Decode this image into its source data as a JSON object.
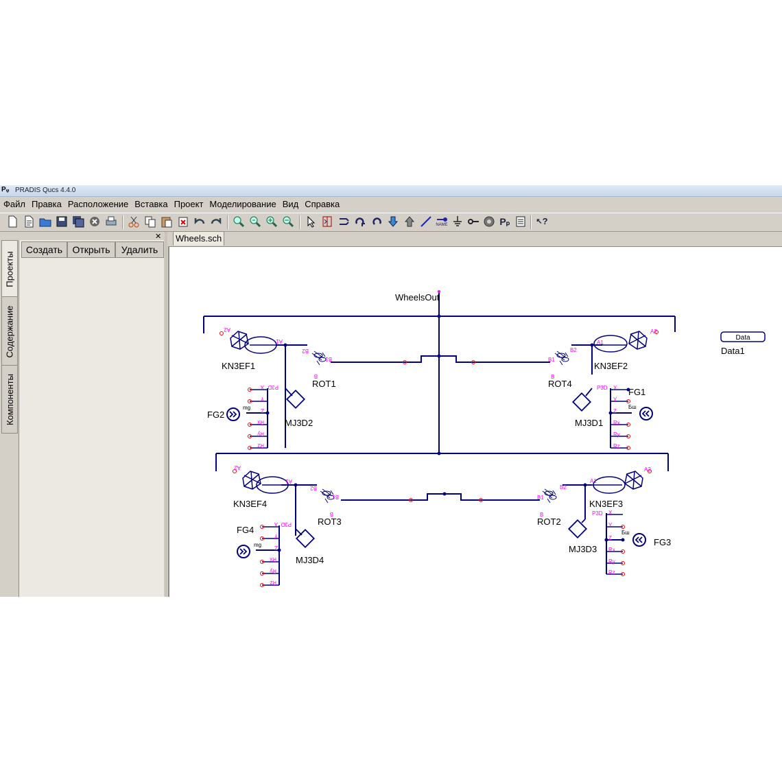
{
  "window": {
    "title": "PRADIS Qucs 4.4.0",
    "icon_text": "Pᵩ"
  },
  "menu": [
    "Файл",
    "Правка",
    "Расположение",
    "Вставка",
    "Проект",
    "Моделирование",
    "Вид",
    "Справка"
  ],
  "toolbar": {
    "icons": [
      "new-file-icon",
      "new-text-icon",
      "open-folder-icon",
      "save-icon",
      "save-all-icon",
      "close-icon",
      "print-icon",
      "cut-icon",
      "copy-icon",
      "paste-icon",
      "delete-icon",
      "undo-icon",
      "redo-icon",
      "zoom-fit-icon",
      "zoom-select-icon",
      "zoom-in-icon",
      "zoom-out-icon",
      "select-arrow-icon",
      "mirror-icon",
      "mirror-y-icon",
      "rotate-icon",
      "rotate-ccw-icon",
      "go-down-icon",
      "go-up-icon",
      "wire-icon",
      "label-icon",
      "ground-icon",
      "port-icon",
      "simulate-icon",
      "pp-icon",
      "document-icon",
      "whats-this-icon"
    ],
    "label_text": "NAME",
    "pp_text": "Pₚ",
    "help_text": "?"
  },
  "left_panel": {
    "close_symbol": "✕",
    "vertical_tabs": [
      "Проекты",
      "Содержание",
      "Компоненты"
    ],
    "buttons": {
      "create": "Создать",
      "open": "Открыть",
      "delete": "Удалить"
    }
  },
  "document_tab": "Wheels.sch",
  "schematic": {
    "wire_color": "#00007f",
    "pin_label_color": "#ff00ff",
    "output_label": "WheelsOut",
    "data_box": {
      "label": "Data",
      "name": "Data1"
    },
    "components": {
      "kn3ef1": "KN3EF1",
      "kn3ef2": "KN3EF2",
      "kn3ef3": "KN3EF3",
      "kn3ef4": "KN3EF4",
      "rot1": "ROT1",
      "rot2": "ROT2",
      "rot3": "ROT3",
      "rot4": "ROT4",
      "mj3d1": "MJ3D1",
      "mj3d2": "MJ3D2",
      "mj3d3": "MJ3D3",
      "mj3d4": "MJ3D4",
      "fg1": "FG1",
      "fg2": "FG2",
      "fg3": "FG3",
      "fg4": "FG4"
    },
    "pins": {
      "a1": "A1",
      "a2": "A2",
      "b1": "B1",
      "b2": "B2",
      "b": "B",
      "p3d": "P3D",
      "x": "X",
      "y": "Y",
      "z": "Z",
      "rx": "Rx",
      "ry": "Ry",
      "rz": "Rz",
      "mg": "mg",
      "bsh": "Бш"
    }
  }
}
